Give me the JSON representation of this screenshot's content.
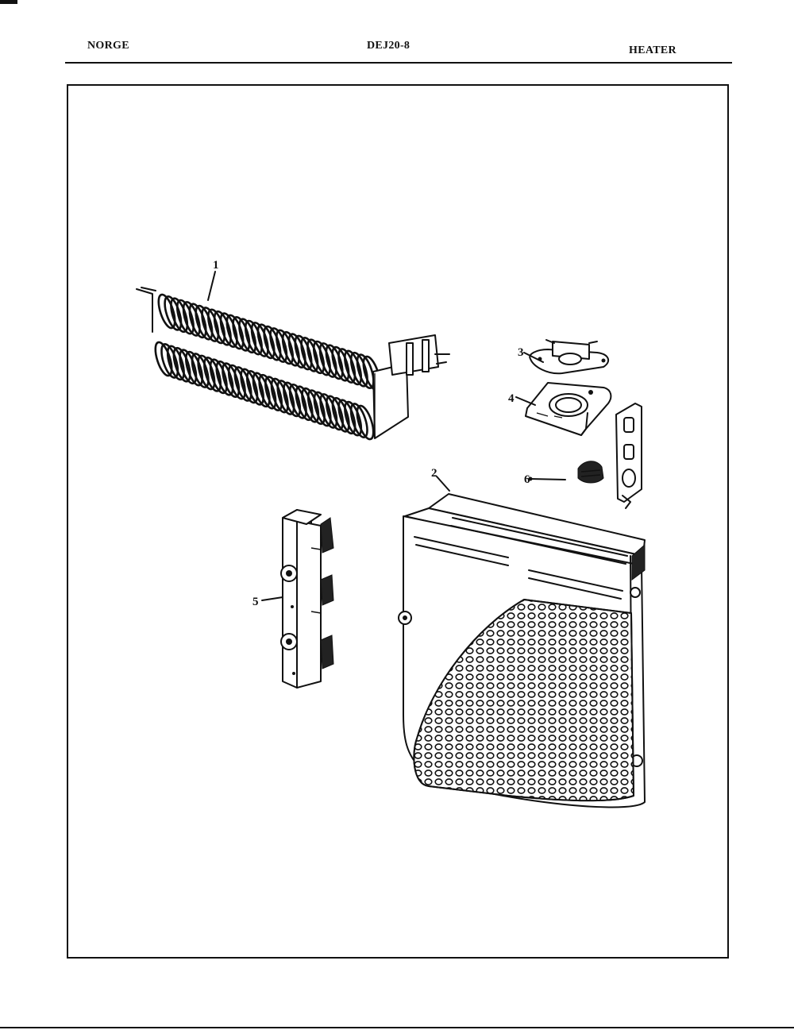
{
  "header": {
    "brand": "NORGE",
    "model": "DEJ20-8",
    "section": "HEATER"
  },
  "callouts": {
    "c1": "1",
    "c2": "2",
    "c3": "3",
    "c4": "4",
    "c5": "5",
    "c6": "6"
  }
}
